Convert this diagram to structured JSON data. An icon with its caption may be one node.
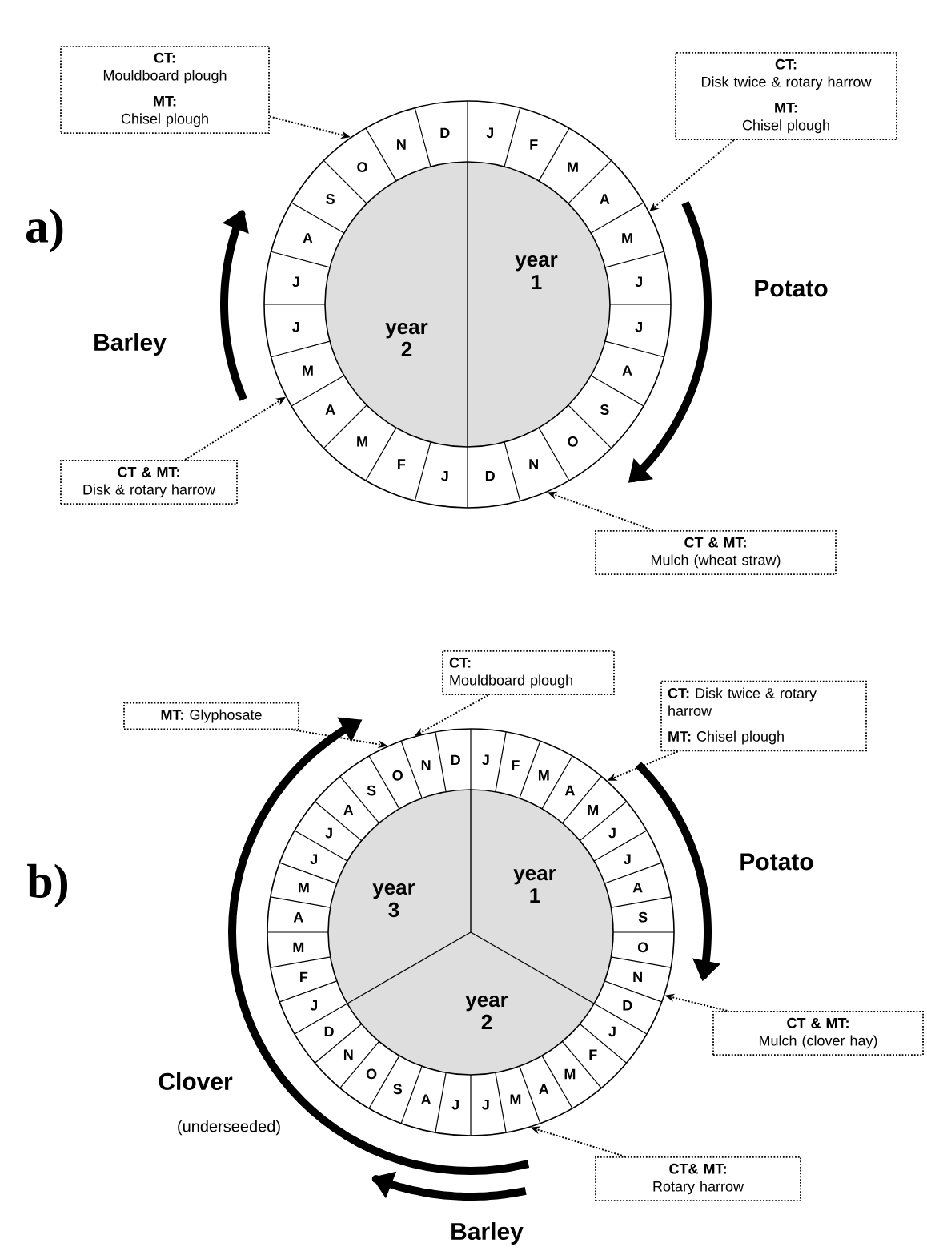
{
  "diagram": {
    "nodes": [
      {
        "text": [
          "CT:",
          "Mouldboard plough",
          "MT:",
          "Chisel plough"
        ]
      },
      {
        "text": [
          "CT:",
          "Disk twice & rotary harrow",
          "MT:",
          "Chisel plough"
        ]
      },
      {
        "text": [
          "CT & MT:",
          "Disk & rotary harrow"
        ]
      },
      {
        "text": [
          "CT & MT:",
          "Mulch (wheat straw)"
        ]
      },
      {
        "text": [
          "**MT:** Glyphosate"
        ]
      },
      {
        "text": [
          "CT:",
          "Mouldboard plough"
        ]
      },
      {
        "text": [
          "**CT:** Disk twice & rotary harrow",
          "**MT:** Chisel plough"
        ]
      },
      {
        "text": [
          "CT & MT:",
          "Mulch (clover hay)"
        ]
      },
      {
        "text": [
          "CT& MT:",
          "Rotary harrow"
        ]
      },
      {
        "text": [],
        "shape": "circle"
      },
      {
        "text": [],
        "shape": "circle"
      }
    ],
    "edges": [
      {
        "from": 0,
        "to": 9,
        "arrow": "to",
        "style": "dashed"
      },
      {
        "from": 1,
        "to": 9,
        "arrow": "to",
        "style": "dashed"
      },
      {
        "from": 2,
        "to": 9,
        "arrow": "to",
        "style": "dashed"
      },
      {
        "from": 3,
        "to": 9,
        "arrow": "to",
        "style": "dashed"
      },
      {
        "from": 4,
        "to": 10,
        "arrow": "to",
        "style": "dashed"
      },
      {
        "from": 5,
        "to": 10,
        "arrow": "to",
        "style": "dashed"
      },
      {
        "from": 6,
        "to": 10,
        "arrow": "to",
        "style": "dashed"
      },
      {
        "from": 7,
        "to": 10,
        "arrow": "to",
        "style": "dashed"
      },
      {
        "from": 8,
        "to": 10,
        "arrow": "to",
        "style": "dashed"
      }
    ],
    "labels": [
      "a)",
      "J",
      "F",
      "M",
      "A",
      "M",
      "J",
      "J",
      "A",
      "S",
      "O",
      "N",
      "D",
      "J",
      "F",
      "M",
      "A",
      "M",
      "J",
      "J",
      "A",
      "S",
      "O",
      "N",
      "D",
      "year 1",
      "year 2",
      "Potato",
      "Barley",
      "b)",
      "J",
      "F",
      "M",
      "A",
      "M",
      "J",
      "J",
      "A",
      "S",
      "O",
      "N",
      "D",
      "J",
      "F",
      "M",
      "A",
      "M",
      "J",
      "J",
      "A",
      "S",
      "O",
      "N",
      "D",
      "J",
      "F",
      "M",
      "A",
      "M",
      "J",
      "J",
      "A",
      "S",
      "O",
      "N",
      "D",
      "year 1",
      "year 2",
      "year 3",
      "Potato",
      "Clover",
      "(underseeded)",
      "Barley"
    ]
  }
}
